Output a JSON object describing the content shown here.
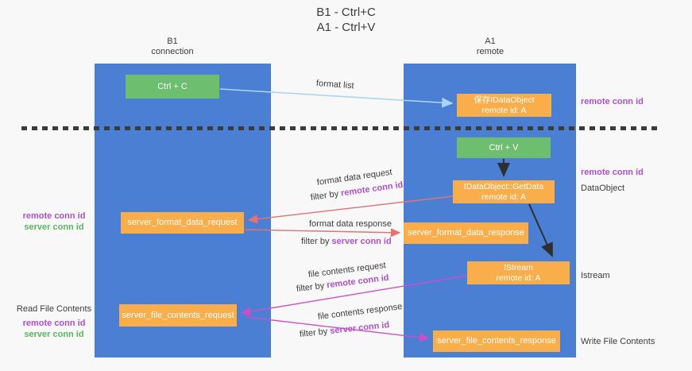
{
  "title": {
    "line1": "B1 - Ctrl+C",
    "line2": "A1 - Ctrl+V"
  },
  "columns": {
    "left": {
      "header_line1": "B1",
      "header_line2": "connection"
    },
    "right": {
      "header_line1": "A1",
      "header_line2": "remote"
    }
  },
  "nodes": {
    "ctrl_c": "Ctrl + C",
    "ctrl_v": "Ctrl + V",
    "save_idataobject": {
      "line1": "保存IDataObject",
      "line2": "remote id: A"
    },
    "getdata": {
      "line1": "IDataObject::GetData",
      "line2": "remote id: A"
    },
    "istream": {
      "line1": "IStream",
      "line2": "remote id: A"
    },
    "server_format_data_request": "server_format_data_request",
    "server_format_data_response": "server_format_data_response",
    "server_file_contents_request": "server_file_contents_request",
    "server_file_contents_response": "server_file_contents_response"
  },
  "edge_labels": {
    "format_list": "format list",
    "format_data_request": "format data request",
    "format_data_response": "format data response",
    "file_contents_request": "file contents request",
    "file_contents_response": "file contents response",
    "filter_by": "filter by ",
    "remote_conn_id": "remote conn id",
    "server_conn_id": "server conn id"
  },
  "side_labels": {
    "right_remote_conn_id_top": "remote conn id",
    "right_remote_conn_id_mid": "remote conn id",
    "data_object": "DataObject",
    "istream": "Istream",
    "write_file_contents": "Write File Contents",
    "left_remote_conn_id_1": "remote conn id",
    "left_server_conn_id_1": "server conn id",
    "read_file_contents": "Read File Contents",
    "left_remote_conn_id_2": "remote conn id",
    "left_server_conn_id_2": "server conn id"
  },
  "colors": {
    "column_blue": "#4a7fd4",
    "box_orange": "#f9ae4b",
    "box_green": "#6dbe6e",
    "arrow_light_blue": "#aad4f5",
    "arrow_salmon": "#e57373",
    "arrow_magenta": "#cd4fc7",
    "arrow_black": "#2f2f2f",
    "text_purple": "#ae4fd1",
    "text_green": "#57b75f",
    "text_dark": "#3c3c3c"
  }
}
